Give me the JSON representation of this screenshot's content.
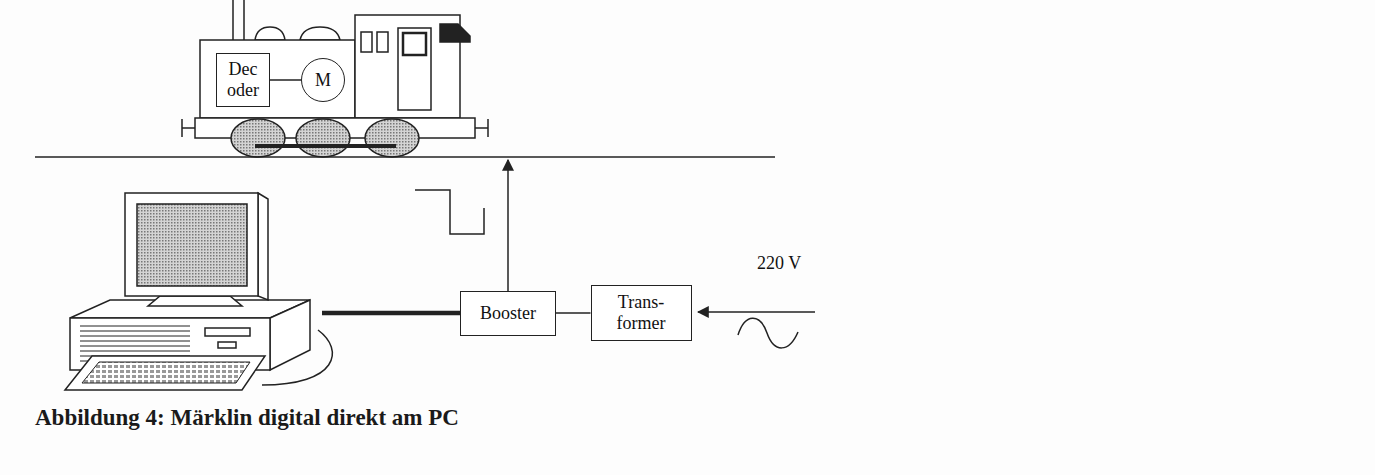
{
  "diagram": {
    "caption": "Abbildung 4: Märklin digital direkt am PC",
    "nodes": [
      {
        "text": [
          "Dec oder"
        ]
      },
      {
        "text": [
          "M"
        ]
      },
      {
        "text": [
          "Booster"
        ]
      },
      {
        "text": [
          "Trans- former"
        ]
      }
    ],
    "edges": [
      {
        "from": 0,
        "to": 1,
        "arrow": "none"
      },
      {
        "from": 2,
        "to": 3,
        "arrow": "none"
      }
    ],
    "labels": [
      "220 V"
    ]
  }
}
